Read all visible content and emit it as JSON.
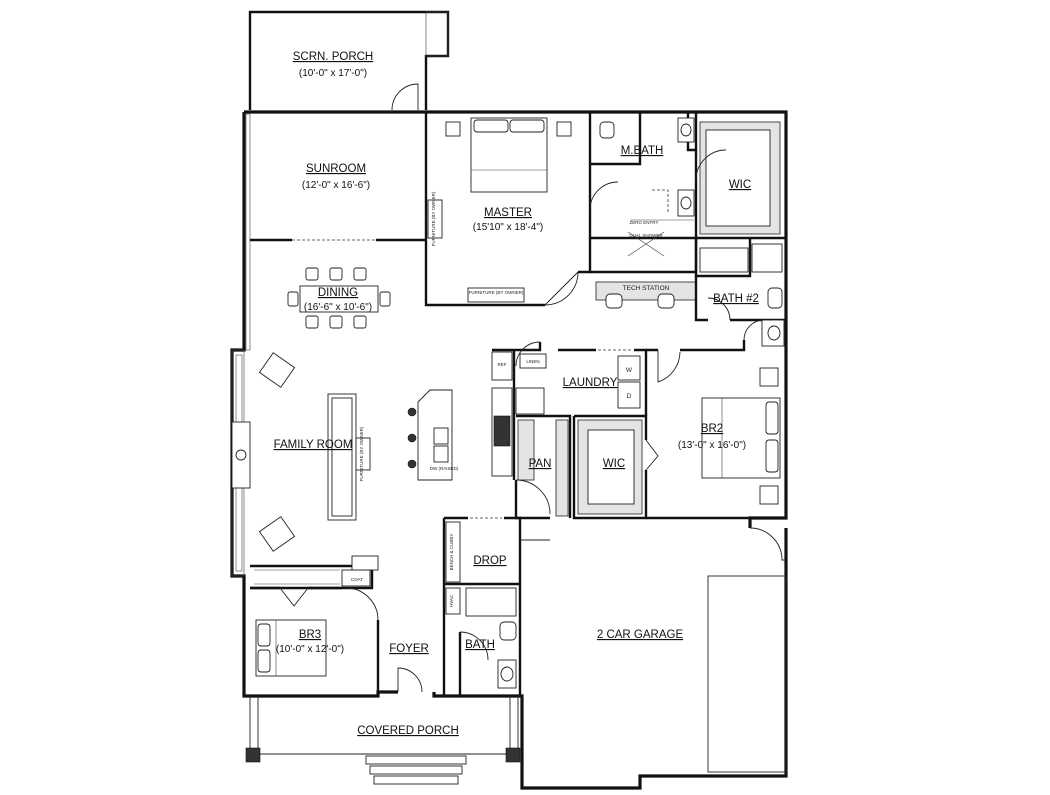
{
  "rooms": {
    "scrn_porch": {
      "name": "SCRN. PORCH",
      "dims": "(10'-0\" x 17'-0\")"
    },
    "sunroom": {
      "name": "SUNROOM",
      "dims": "(12'-0\" x 16'-6\")"
    },
    "master": {
      "name": "MASTER",
      "dims": "(15'10\" x 18'-4\")"
    },
    "m_bath": {
      "name": "M.BATH"
    },
    "wic_master": {
      "name": "WIC"
    },
    "dining": {
      "name": "DINING",
      "dims": "(16'-6\" x 10'-6\")"
    },
    "tech_station": {
      "name": "TECH STATION"
    },
    "bath2": {
      "name": "BATH #2"
    },
    "laundry": {
      "name": "LAUNDRY"
    },
    "family_room": {
      "name": "FAMILY ROOM"
    },
    "pan": {
      "name": "PAN"
    },
    "wic_br2": {
      "name": "WIC"
    },
    "br2": {
      "name": "BR2",
      "dims": "(13'-0\" x 16'-0\")"
    },
    "drop": {
      "name": "DROP"
    },
    "br3": {
      "name": "BR3",
      "dims": "(10'-0\" x 12'-0\")"
    },
    "foyer": {
      "name": "FOYER"
    },
    "bath": {
      "name": "BATH"
    },
    "garage": {
      "name": "2 CAR GARAGE"
    },
    "covered_porch": {
      "name": "COVERED PORCH"
    }
  },
  "notes": {
    "furniture_by_owner": "FURNITURE (BY OWNER)",
    "zero_entry": "ZERO ENTRY",
    "dual_shower": "DUAL SHOWER",
    "linen": "LINEN",
    "ref": "REF",
    "washer": "W",
    "dryer": "D",
    "dw_raised": "DW (RAISED)",
    "coat": "COAT",
    "bench_cubby": "BENCH & CUBBY",
    "hvac": "HVAC"
  }
}
